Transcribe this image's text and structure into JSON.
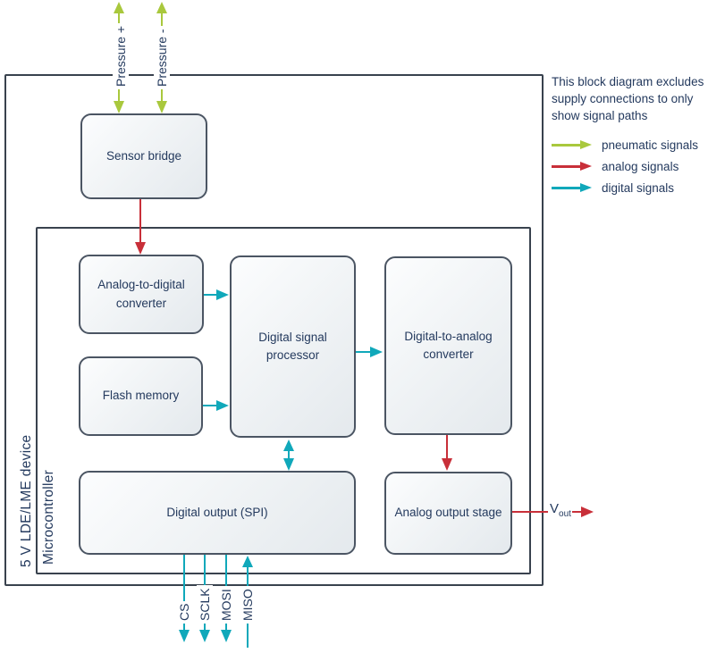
{
  "frames": {
    "device": {
      "label": "5 V LDE/LME device"
    },
    "microcontroller": {
      "label": "Microcontroller"
    }
  },
  "blocks": {
    "sensor_bridge": {
      "label": "Sensor bridge"
    },
    "adc": {
      "label": "Analog-to-digital converter"
    },
    "flash": {
      "label": "Flash memory"
    },
    "dsp": {
      "label": "Digital signal processor"
    },
    "dac": {
      "label": "Digital-to-analog converter"
    },
    "digital_output": {
      "label": "Digital output (SPI)"
    },
    "analog_output": {
      "label": "Analog output stage"
    }
  },
  "ports": {
    "pressure_plus": {
      "label": "Pressure +"
    },
    "pressure_minus": {
      "label": "Pressure -"
    },
    "cs": {
      "label": "CS"
    },
    "sclk": {
      "label": "SCLK"
    },
    "mosi": {
      "label": "MOSI"
    },
    "miso": {
      "label": "MISO"
    },
    "vout": {
      "main": "V",
      "sub": "out"
    }
  },
  "legend": {
    "note": "This block diagram excludes supply connections to only show signal paths",
    "items": [
      {
        "id": "pneumatic",
        "label": "pneumatic signals",
        "color": "#a9c83d"
      },
      {
        "id": "analog",
        "label": "analog signals",
        "color": "#c82f39"
      },
      {
        "id": "digital",
        "label": "digital signals",
        "color": "#10a8ba"
      }
    ]
  },
  "colors": {
    "pneumatic": "#a9c83d",
    "analog": "#c82f39",
    "digital": "#10a8ba",
    "ink": "#243a5e",
    "frame": "#39424e",
    "blockborder": "#4b5563"
  }
}
